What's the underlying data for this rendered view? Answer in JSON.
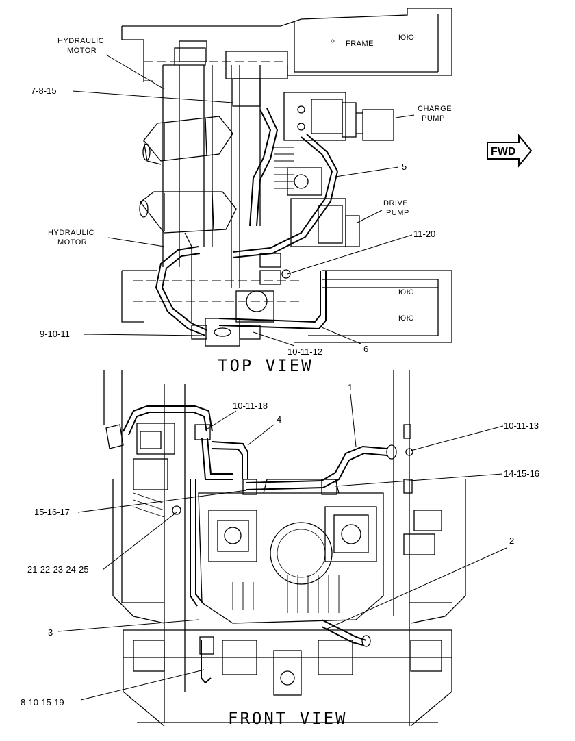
{
  "views": {
    "top_title": "TOP VIEW",
    "front_title": "FRONT VIEW"
  },
  "direction": {
    "fwd_label": "FWD"
  },
  "top_labels": {
    "hydraulic_motor_upper": [
      "HYDRAULIC",
      "MOTOR"
    ],
    "hydraulic_motor_lower": [
      "HYDRAULIC",
      "MOTOR"
    ],
    "frame": "FRAME",
    "charge_pump": [
      "CHARGE",
      "PUMP"
    ],
    "drive_pump": [
      "DRIVE",
      "PUMP"
    ],
    "callout_7_8_15": "7-8-15",
    "callout_5": "5",
    "callout_11_20": "11-20",
    "callout_9_10_11": "9-10-11",
    "callout_10_11_12": "10-11-12",
    "callout_6": "6"
  },
  "front_labels": {
    "callout_1": "1",
    "callout_10_11_18": "10-11-18",
    "callout_4": "4",
    "callout_10_11_13": "10-11-13",
    "callout_14_15_16": "14-15-16",
    "callout_15_16_17": "15-16-17",
    "callout_2": "2",
    "callout_21_25": "21-22-23-24-25",
    "callout_3": "3",
    "callout_8_10_15_19": "8-10-15-19"
  }
}
